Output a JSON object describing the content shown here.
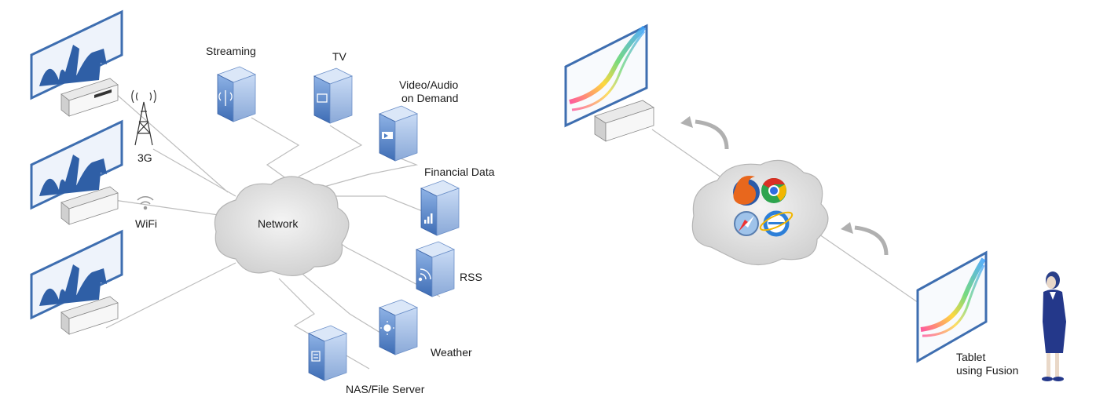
{
  "labels": {
    "streaming": "Streaming",
    "tv": "TV",
    "vod_line1": "Video/Audio",
    "vod_line2": "on Demand",
    "financial": "Financial Data",
    "rss": "RSS",
    "weather": "Weather",
    "nas": "NAS/File Server",
    "network": "Network",
    "three_g": "3G",
    "wifi": "WiFi",
    "tablet_line1": "Tablet",
    "tablet_line2": "using Fusion"
  },
  "browser_icons": [
    "firefox-icon",
    "chrome-icon",
    "safari-icon",
    "internet-explorer-icon"
  ],
  "colors": {
    "server_blue": "#4f7fc4",
    "screen_frame": "#3e6eb0",
    "cloud_gray": "#d6d6d6",
    "line_gray": "#b7b7b7",
    "figure_navy": "#22367a"
  }
}
